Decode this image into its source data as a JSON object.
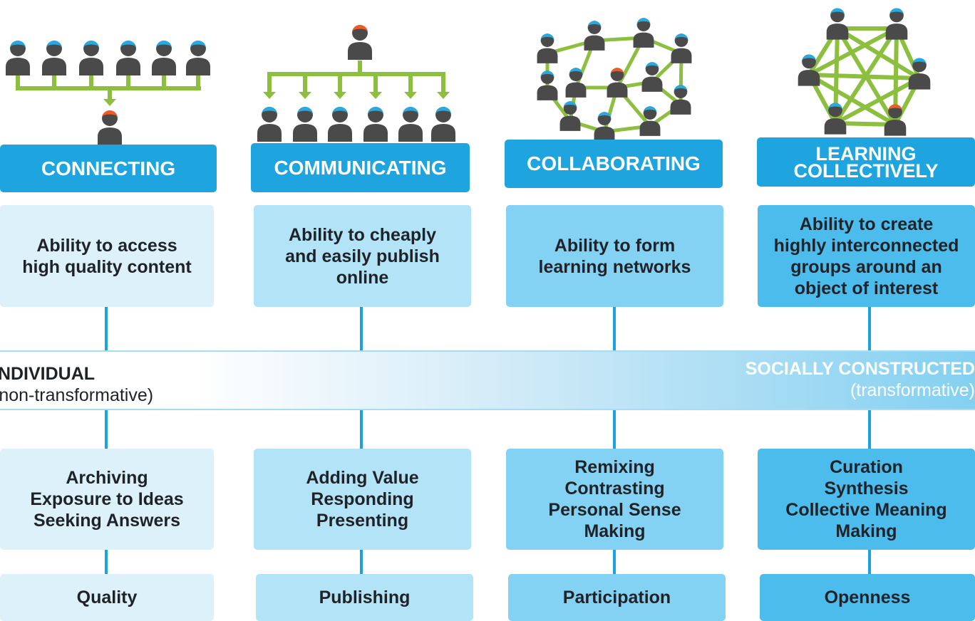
{
  "columns": [
    {
      "id": "connecting",
      "header": [
        "CONNECTING"
      ],
      "ability": [
        "Ability to access",
        "high quality content"
      ],
      "activities": [
        "Archiving",
        "Exposure to Ideas",
        "Seeking Answers"
      ],
      "value": "Quality"
    },
    {
      "id": "communicating",
      "header": [
        "COMMUNICATING"
      ],
      "ability": [
        "Ability to cheaply",
        "and easily publish",
        "online"
      ],
      "activities": [
        "Adding Value",
        "Responding",
        "Presenting"
      ],
      "value": "Publishing"
    },
    {
      "id": "collaborating",
      "header": [
        "COLLABORATING"
      ],
      "ability": [
        "Ability to form",
        "learning networks"
      ],
      "activities": [
        "Remixing",
        "Contrasting",
        "Personal Sense",
        "Making"
      ],
      "value": "Participation"
    },
    {
      "id": "learning-collectively",
      "header": [
        "LEARNING",
        "COLLECTIVELY"
      ],
      "ability": [
        "Ability to create",
        "highly interconnected",
        "groups around an",
        "object of interest"
      ],
      "activities": [
        "Curation",
        "Synthesis",
        "Collective Meaning",
        "Making"
      ],
      "value": "Openness"
    }
  ],
  "spectrum": {
    "left_title": "INDIVIDUAL",
    "left_sub": "(non-transformative)",
    "right_title": "SOCIALLY CONSTRUCTED",
    "right_sub": "(transformative)"
  },
  "colors": {
    "header": "#1ea5e0",
    "row_tints": [
      "#ddf1fb",
      "#b3e3f7",
      "#84d2f3",
      "#4cbced"
    ],
    "connector": "#1aa3df",
    "arrow_green": "#8dbf3f",
    "person_body": "#4a4a4a",
    "hair_blue": "#27a9e1",
    "hair_orange": "#f15a24"
  },
  "icons": [
    "person-icon",
    "network-icon",
    "arrow-down-icon"
  ]
}
